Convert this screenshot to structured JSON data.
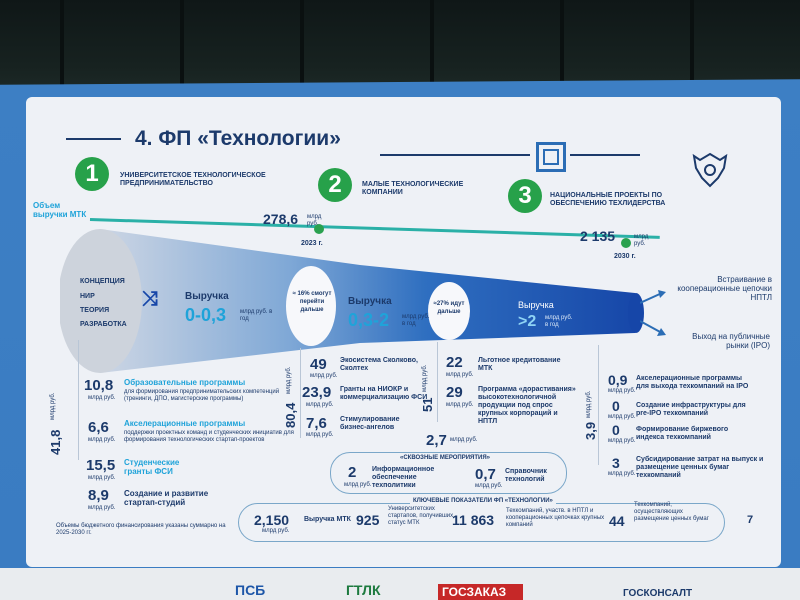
{
  "title": "4. ФП «Технологии»",
  "sections": [
    {
      "n": "1",
      "title": "УНИВЕРСИТЕТСКОЕ ТЕХНОЛОГИЧЕСКОЕ ПРЕДПРИНИМАТЕЛЬСТВО"
    },
    {
      "n": "2",
      "title": "МАЛЫЕ ТЕХНОЛОГИЧЕСКИЕ КОМПАНИИ"
    },
    {
      "n": "3",
      "title": "НАЦИОНАЛЬНЫЕ ПРОЕКТЫ ПО ОБЕСПЕЧЕНИЮ ТЕХЛИДЕРСТВА"
    }
  ],
  "volume_label": "Объем выручки МТК",
  "v2023": {
    "value": "278,6",
    "unit": "млрд руб.",
    "year": "2023 г."
  },
  "v2030": {
    "value": "2 135",
    "unit": "млрд руб.",
    "year": "2030 г."
  },
  "left_words": [
    "КОНЦЕПЦИЯ",
    "НИР",
    "ТЕОРИЯ",
    "РАЗРАБОТКА"
  ],
  "stage1": {
    "label": "Выручка",
    "value": "0-0,3",
    "unit": "млрд руб. в год"
  },
  "stage2": {
    "label": "Выручка",
    "value": "0,3-2",
    "unit": "млрд руб. в год",
    "note": "≈ 16% смогут перейти дальше"
  },
  "stage3": {
    "label": "Выручка",
    "value": ">2",
    "unit": "млрд руб. в год",
    "note": "≈27% идут дальше"
  },
  "right_outputs": [
    "Встраивание в кооперационные цепочки НПТЛ",
    "Выход на публичные рынки (IPO)"
  ],
  "col1": {
    "total": "41,8",
    "total_unit": "млрд руб.",
    "items": [
      {
        "v": "10,8",
        "u": "млрд руб.",
        "title": "Образовательные программы",
        "desc": "для формирования предпринимательских компетенций (тренинги, ДПО, магистерские программы)"
      },
      {
        "v": "6,6",
        "u": "млрд руб.",
        "title": "Акселерационные программы",
        "desc": "поддержки проектных команд и студенческих инициатив для формирования технологических стартап-проектов"
      },
      {
        "v": "15,5",
        "u": "млрд руб.",
        "title": "Студенческие гранты ФСИ",
        "desc": ""
      },
      {
        "v": "8,9",
        "u": "млрд руб.",
        "title": "Создание и развитие стартап-студий",
        "desc": ""
      }
    ]
  },
  "col2": {
    "total": "80,4",
    "total_unit": "млрд руб.",
    "items": [
      {
        "v": "49",
        "u": "млрд руб.",
        "title": "Экосистема Сколково, Сколтех"
      },
      {
        "v": "23,9",
        "u": "млрд руб.",
        "title": "Гранты на НИОКР и коммерциализацию ФСИ"
      },
      {
        "v": "7,6",
        "u": "млрд руб.",
        "title": "Стимулирование бизнес-ангелов"
      }
    ]
  },
  "col3": {
    "total": "51",
    "total_unit": "млрд руб.",
    "items": [
      {
        "v": "22",
        "u": "млрд руб.",
        "title": "Льготное кредитование МТК"
      },
      {
        "v": "29",
        "u": "млрд руб.",
        "title": "Программа «дорастивания» высокотехнологичной продукции под спрос крупных корпораций и НПТЛ"
      }
    ]
  },
  "col4": {
    "total": "3,9",
    "total_unit": "млрд руб.",
    "items": [
      {
        "v": "0,9",
        "u": "млрд руб.",
        "title": "Акселерационные программы для выхода техкомпаний на IPO"
      },
      {
        "v": "0",
        "u": "млрд руб.",
        "title": "Создание инфраструктуры для pre-IPO техкомпаний"
      },
      {
        "v": "0",
        "u": "млрд руб.",
        "title": "Формирование биржевого индекса техкомпаний"
      },
      {
        "v": "3",
        "u": "млрд руб.",
        "title": "Субсидирование затрат на выпуск и размещение ценных бумаг техкомпаний"
      }
    ]
  },
  "cross": {
    "total": "2,7",
    "unit": "млрд руб.",
    "header": "«СКВОЗНЫЕ МЕРОПРИЯТИЯ»",
    "a_v": "2",
    "a_u": "млрд руб.",
    "a_t": "Информационное обеспечение техполитики",
    "b_v": "0,7",
    "b_u": "млрд руб.",
    "b_t": "Справочник технологий"
  },
  "kpi": {
    "header": "КЛЮЧЕВЫЕ ПОКАЗАТЕЛИ ФП «ТЕХНОЛОГИИ»",
    "a_v": "2,150",
    "a_u": "млрд руб.",
    "a_t": "Выручка МТК",
    "b_v": "925",
    "b_t": "Университетских стартапов, получивших статус МТК",
    "c_v": "11 863",
    "c_t": "Техкомпаний, участв. в НПТЛ и кооперационных цепочках крупных компаний",
    "d_v": "44",
    "d_t": "Техкомпаний, осуществляющих размещение ценных бумаг",
    "page": "7"
  },
  "footnote": "Объемы бюджетного финансирования указаны суммарно на 2025-2030 гг.",
  "bottom_logos": [
    "ПСБ",
    "ГТЛК",
    "ГОСЗАКАЗ",
    "ГОСКОНСАЛТ"
  ],
  "colors": {
    "navy": "#1c3a6b",
    "green": "#27a14a",
    "cyan": "#1fa3d9",
    "screen": "#3d7fc4"
  }
}
